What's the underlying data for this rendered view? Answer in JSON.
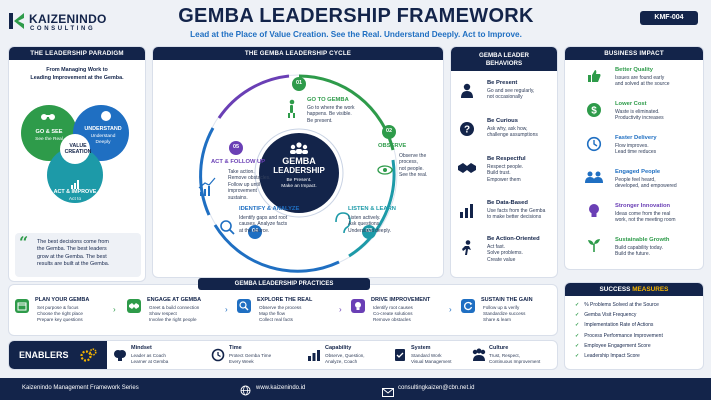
{
  "brand": {
    "name_main": "KAIZENINDO",
    "name_sub": "CONSULTING"
  },
  "title": "GEMBA LEADERSHIP FRAMEWORK",
  "subtitle": "Lead at the Place of Value Creation. See the Real. Understand Deeply. Act to Improve.",
  "code_badge": "KMF-004",
  "paradigm": {
    "header": "THE LEADERSHIP PARADIGM",
    "intro": [
      "From Managing Work to",
      "Leading Improvement at the Gemba."
    ],
    "circles": [
      {
        "title": "GO & SEE",
        "sub": "See the Real"
      },
      {
        "title": "UNDERSTAND",
        "sub": "Understand Deeply"
      },
      {
        "title": "ACT & IMPROVE",
        "sub": "Act to Improve"
      }
    ],
    "center": "VALUE CREATION",
    "quote": [
      "The best decisions come from",
      "the Gemba. The best leaders",
      "grow at the Gemba. The best",
      "results are built at the Gemba."
    ]
  },
  "cycle": {
    "header": "THE GEMBA LEADERSHIP CYCLE",
    "center_title": [
      "GEMBA",
      "LEADERSHIP"
    ],
    "center_sub": [
      "Be Present.",
      "Make an Impact."
    ],
    "steps": [
      {
        "num": "01",
        "title": "GO TO GEMBA",
        "lines": [
          "Go to where the work",
          "happens. Be visible.",
          "Be present."
        ]
      },
      {
        "num": "02",
        "title": "OBSERVE",
        "lines": [
          "Observe the process,",
          "not people.",
          "See the real."
        ]
      },
      {
        "num": "03",
        "title": "LISTEN & LEARN",
        "lines": [
          "Listen actively.",
          "Ask questions.",
          "Understand deeply."
        ]
      },
      {
        "num": "04",
        "title": "IDENTIFY & ANALYZE",
        "lines": [
          "Identify gaps and root",
          "causes. Analyze facts",
          "at the source."
        ]
      },
      {
        "num": "05",
        "title": "ACT & FOLLOW UP",
        "lines": [
          "Take action.",
          "Remove obstacles.",
          "Follow up until",
          "improvement",
          "sustains."
        ]
      }
    ]
  },
  "behaviors": {
    "header": [
      "GEMBA LEADER",
      "BEHAVIORS"
    ],
    "items": [
      {
        "title": "Be Present",
        "lines": [
          "Go and see regularly,",
          "not occasionally"
        ]
      },
      {
        "title": "Be Curious",
        "lines": [
          "Ask why, ask how,",
          "challenge assumptions"
        ]
      },
      {
        "title": "Be Respectful",
        "lines": [
          "Respect people.",
          "Build trust.",
          "Empower them"
        ]
      },
      {
        "title": "Be Data-Based",
        "lines": [
          "Use facts from the Gemba",
          "to make better decisions"
        ]
      },
      {
        "title": "Be Action-Oriented",
        "lines": [
          "Act fast.",
          "Solve problems.",
          "Create value"
        ]
      }
    ]
  },
  "impact": {
    "header": "BUSINESS IMPACT",
    "items": [
      {
        "title": "Better Quality",
        "lines": [
          "Issues are found early",
          "and solved at the source"
        ],
        "color": "#2e9b4a"
      },
      {
        "title": "Lower Cost",
        "lines": [
          "Waste is eliminated.",
          "Productivity increases"
        ],
        "color": "#2e9b4a"
      },
      {
        "title": "Faster Delivery",
        "lines": [
          "Flow improves.",
          "Lead time reduces"
        ],
        "color": "#1f6fc2"
      },
      {
        "title": "Engaged People",
        "lines": [
          "People feel heard,",
          "developed, and empowered"
        ],
        "color": "#1f6fc2"
      },
      {
        "title": "Stronger Innovation",
        "lines": [
          "Ideas come from the real",
          "work, not the meeting room"
        ],
        "color": "#6a3fb5"
      },
      {
        "title": "Sustainable Growth",
        "lines": [
          "Build capability today.",
          "Build the future."
        ],
        "color": "#2e9b4a"
      }
    ]
  },
  "practices": {
    "header": "GEMBA LEADERSHIP PRACTICES",
    "items": [
      {
        "title": "PLAN YOUR GEMBA",
        "bullets": [
          "Set purpose & focus",
          "Choose the right place",
          "Prepare key questions"
        ],
        "color": "#2e9b4a"
      },
      {
        "title": "ENGAGE AT GEMBA",
        "bullets": [
          "Greet & build connection",
          "Show respect",
          "Involve the right people"
        ],
        "color": "#2e9b4a"
      },
      {
        "title": "EXPLORE THE REAL",
        "bullets": [
          "Observe the process",
          "Map the flow",
          "Collect real facts"
        ],
        "color": "#1f6fc2"
      },
      {
        "title": "DRIVE IMPROVEMENT",
        "bullets": [
          "Identify root causes",
          "Co-create solutions",
          "Remove obstacles"
        ],
        "color": "#6a3fb5"
      },
      {
        "title": "SUSTAIN THE GAIN",
        "bullets": [
          "Follow up & verify",
          "Standardize success",
          "Share & learn"
        ],
        "color": "#1f6fc2"
      }
    ]
  },
  "enablers": {
    "label": "ENABLERS",
    "items": [
      {
        "title": "Mindset",
        "lines": [
          "Leader as Coach",
          "Learner at Gemba"
        ]
      },
      {
        "title": "Time",
        "lines": [
          "Protect Gemba Time",
          "Every Week"
        ]
      },
      {
        "title": "Capability",
        "lines": [
          "Observe, Question,",
          "Analyze, Coach"
        ]
      },
      {
        "title": "System",
        "lines": [
          "Standard Work",
          "Visual Management"
        ]
      },
      {
        "title": "Culture",
        "lines": [
          "Trust, Respect,",
          "Continuous Improvement"
        ]
      }
    ]
  },
  "measures": {
    "header_main": "SUCCESS",
    "header_accent": "MEASURES",
    "items": [
      "% Problems Solved at the Source",
      "Gemba Visit Frequency",
      "Implementation Rate of Actions",
      "Process Performance Improvement",
      "Employee Engagement Score",
      "Leadership Impact Score"
    ]
  },
  "footer": {
    "series": "Kaizenindo Management Framework Series",
    "website": "www.kaizenindo.id",
    "email": "consultingkaizen@cbn.net.id"
  },
  "colors": {
    "navy": "#13244a",
    "green": "#2e9b4a",
    "blue": "#1f6fc2",
    "teal": "#1d9aa8",
    "purple": "#6a3fb5",
    "accent": "#f5b400"
  }
}
